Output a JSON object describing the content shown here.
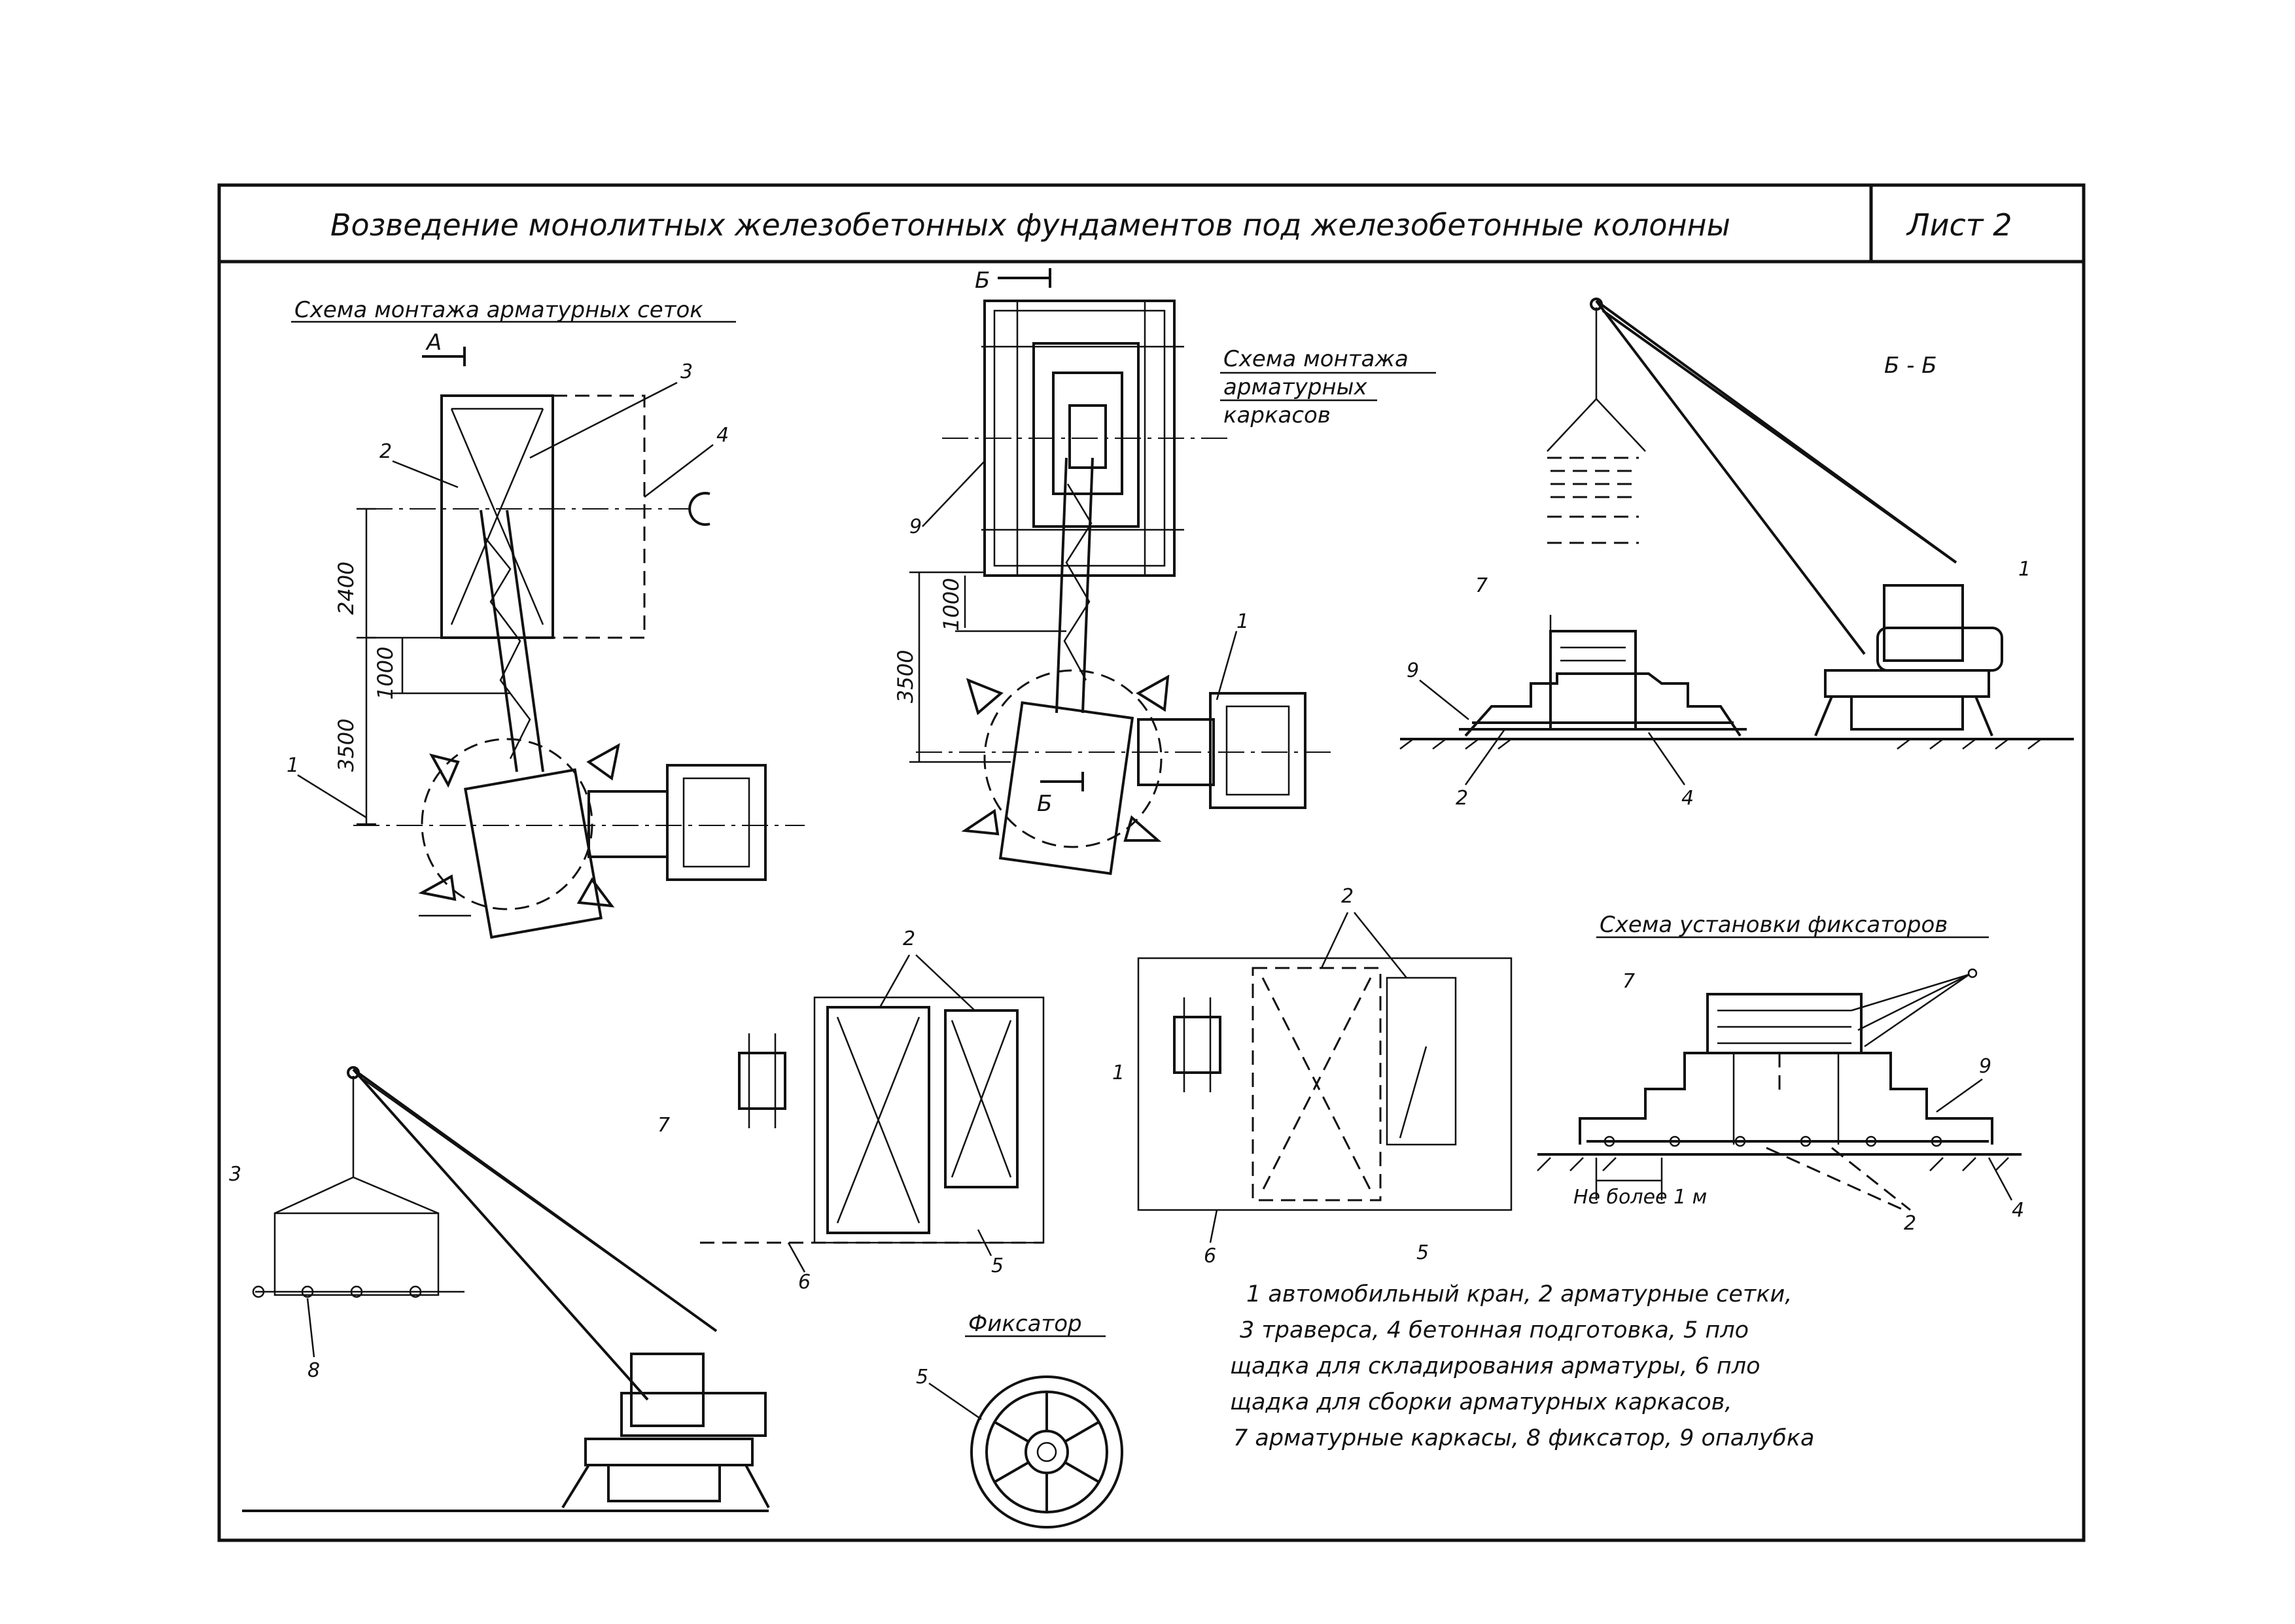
{
  "title": "Возведение монолитных железобетонных фундаментов под железобетонные колонны",
  "sheet": "Лист 2",
  "scheme_mesh": {
    "caption": "Схема монтажа арматурных сеток",
    "section_mark": "А",
    "dim_2400": "2400",
    "dim_1000": "1000",
    "dim_3500": "3500",
    "pos1": "1",
    "pos2": "2",
    "pos3": "3",
    "pos4": "4"
  },
  "scheme_cage": {
    "caption_l1": "Схема монтажа",
    "caption_l2": "арматурных",
    "caption_l3": "каркасов",
    "section_mark": "Б",
    "dim_1000": "1000",
    "dim_3500": "3500",
    "pos1": "1",
    "pos9": "9"
  },
  "section_bb": {
    "caption": "Б - Б",
    "pos1": "1",
    "pos2": "2",
    "pos4": "4",
    "pos7": "7",
    "pos9": "9"
  },
  "crane_mesh": {
    "pos3": "3",
    "pos8": "8"
  },
  "site_a": {
    "pos2": "2",
    "pos5": "5",
    "pos6": "6",
    "pos7": "7"
  },
  "site_b": {
    "pos1": "1",
    "pos2": "2",
    "pos5": "5",
    "pos6": "6"
  },
  "fixators_scheme": {
    "caption": "Схема установки фиксаторов",
    "pos2": "2",
    "pos4": "4",
    "pos7": "7",
    "pos9": "9",
    "limit_note": "Не более 1 м"
  },
  "fixator": {
    "caption": "Фиксатор",
    "pos5": "5"
  },
  "legend": [
    "1 автомобильный кран, 2 арматурные сетки,",
    "3 траверса, 4 бетонная подготовка, 5 пло",
    "щадка для складирования арматуры, 6 пло",
    "щадка для сборки арматурных каркасов,",
    "7 арматурные каркасы, 8 фиксатор, 9 опалубка"
  ]
}
